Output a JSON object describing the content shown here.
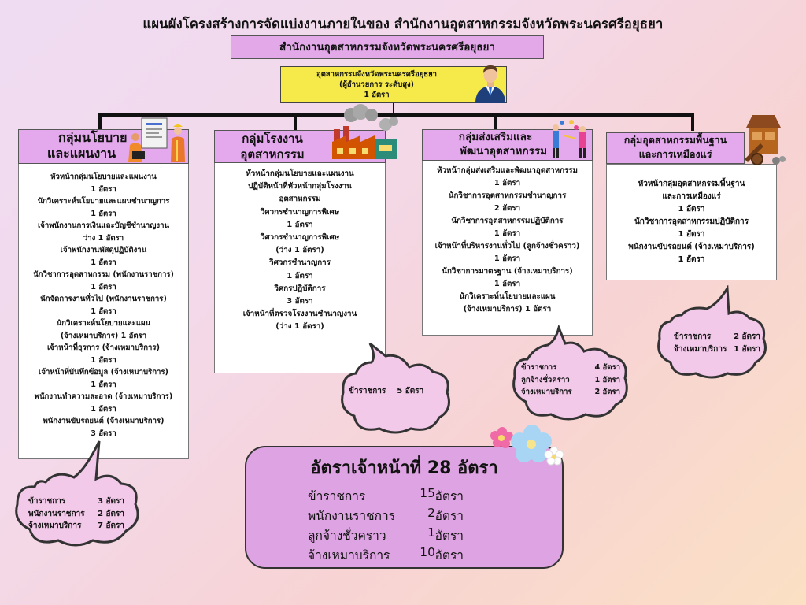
{
  "title": "แผนผังโครงสร้างการจัดแบ่งงานภายในของ สำนักงานอุตสาหกรรมจังหวัดพระนครศรีอยุธยา",
  "organization": "สำนักงานอุตสาหกรรมจังหวัดพระนครศรีอยุธยา",
  "head": {
    "line1": "อุตสาหกรรมจังหวัดพระนครศรีอยุธยา",
    "line2": "(ผู้อำนวยการ ระดับสูง)",
    "line3": "1 อัตรา"
  },
  "groups": [
    {
      "title_line1": "กลุ่มนโยบาย",
      "title_line2": "และแผนงาน",
      "staff": [
        "หัวหน้ากลุ่มนโยบายและแผนงาน",
        "1 อัตรา",
        "นักวิเคราะห์นโยบายและแผนชำนาญการ",
        "1 อัตรา",
        "เจ้าพนักงานการเงินและบัญชีชำนาญงาน",
        "ว่าง 1 อัตรา",
        "เจ้าพนักงานพัสดุปฏิบัติงาน",
        "1 อัตรา",
        "นักวิชาการอุตสาหกรรม (พนักงานราชการ)",
        "1 อัตรา",
        "นักจัดการงานทั่วไป (พนักงานราชการ)",
        "1 อัตรา",
        "นักวิเคราะห์นโยบายและแผน",
        "(จ้างเหมาบริการ) 1 อัตรา",
        "เจ้าหน้าที่ธุรการ (จ้างเหมาบริการ)",
        "1 อัตรา",
        "เจ้าหน้าที่บันทึกข้อมูล (จ้างเหมาบริการ)",
        "1 อัตรา",
        "พนักงานทำความสะอาด (จ้างเหมาบริการ)",
        "1 อัตรา",
        "พนักงานขับรถยนต์ (จ้างเหมาบริการ)",
        "3 อัตรา"
      ],
      "summary": [
        {
          "label": "ข้าราชการ",
          "value": "3 อัตรา"
        },
        {
          "label": "พนักงานราชการ",
          "value": "2 อัตรา"
        },
        {
          "label": "จ้างเหมาบริการ",
          "value": "7 อัตรา"
        }
      ]
    },
    {
      "title_line1": "กลุ่มโรงงาน",
      "title_line2": "อุตสาหกรรม",
      "staff": [
        "หัวหน้ากลุ่มนโยบายและแผนงาน",
        "ปฏิบัติหน้าที่หัวหน้ากลุ่มโรงงาน",
        "อุตสาหกรรม",
        "วิศวกรชำนาญการพิเศษ",
        "1 อัตรา",
        "วิศวกรชำนาญการพิเศษ",
        "(ว่าง 1 อัตรา)",
        "วิศวกรชำนาญการ",
        "1 อัตรา",
        "วิศกรปฏิบัติการ",
        "3 อัตรา",
        "เจ้าหน้าที่ตรวจโรงงานชำนาญงาน",
        "(ว่าง 1 อัตรา)"
      ],
      "summary": [
        {
          "label": "ข้าราชการ",
          "value": "5 อัตรา"
        }
      ]
    },
    {
      "title_line1": "กลุ่มส่งเสริมและ",
      "title_line2": "พัฒนาอุตสาหกรรม",
      "staff": [
        "หัวหน้ากลุ่มส่งเสริมและพัฒนาอุตสาหกรรม",
        "1 อัตรา",
        "นักวิชาการอุตสาหกรรมชำนาญการ",
        "2 อัตรา",
        "นักวิชาการอุตสาหกรรมปฏิบัติการ",
        "1 อัตรา",
        "เจ้าหน้าที่บริหารงานทั่วไป (ลูกจ้างชั่วคราว)",
        "1 อัตรา",
        "นักวิชาการมาตรฐาน (จ้างเหมาบริการ)",
        "1 อัตรา",
        "นักวิเคราะห์นโยบายและแผน",
        "(จ้างเหมาบริการ) 1 อัตรา"
      ],
      "summary": [
        {
          "label": "ข้าราชการ",
          "value": "4 อัตรา"
        },
        {
          "label": "ลูกจ้างชั่วคราว",
          "value": "1 อัตรา"
        },
        {
          "label": "จ้างเหมาบริการ",
          "value": "2 อัตรา"
        }
      ]
    },
    {
      "title_line1": "กลุ่มอุตสาหกรรมพื้นฐาน",
      "title_line2": "และการเหมืองแร่",
      "staff": [
        "หัวหน้ากลุ่มอุตสาหกรรมพื้นฐาน",
        "และการเหมืองแร่",
        "1 อัตรา",
        "นักวิชาการอุตสาหกรรมปฏิบัติการ",
        "1  อัตรา",
        "พนักงานขับรถยนต์ (จ้างเหมาบริการ)",
        "1 อัตรา"
      ],
      "summary": [
        {
          "label": "ข้าราชการ",
          "value": "2 อัตรา"
        },
        {
          "label": "จ้างเหมาบริการ",
          "value": "1 อัตรา"
        }
      ]
    }
  ],
  "total": {
    "title": "อัตราเจ้าหน้าที่ 28 อัตรา",
    "rows": [
      {
        "label": "ข้าราชการ",
        "count": "15",
        "unit": "อัตรา"
      },
      {
        "label": "พนักงานราชการ",
        "count": "2",
        "unit": "อัตรา"
      },
      {
        "label": "ลูกจ้างชั่วคราว",
        "count": "1",
        "unit": "อัตรา"
      },
      {
        "label": "จ้างเหมาบริการ",
        "count": "10",
        "unit": "อัตรา"
      }
    ]
  },
  "icons": [
    "director-avatar-icon",
    "planning-workers-icon",
    "factory-icon",
    "team-promotion-icon",
    "mining-machine-icon",
    "flower-decoration-icon"
  ],
  "colors": {
    "header_fill": "#e2a8e8",
    "director_fill": "#f6ea4a",
    "summary_fill": "#dea3e2",
    "cloud_fill": "#f3c9ea"
  }
}
